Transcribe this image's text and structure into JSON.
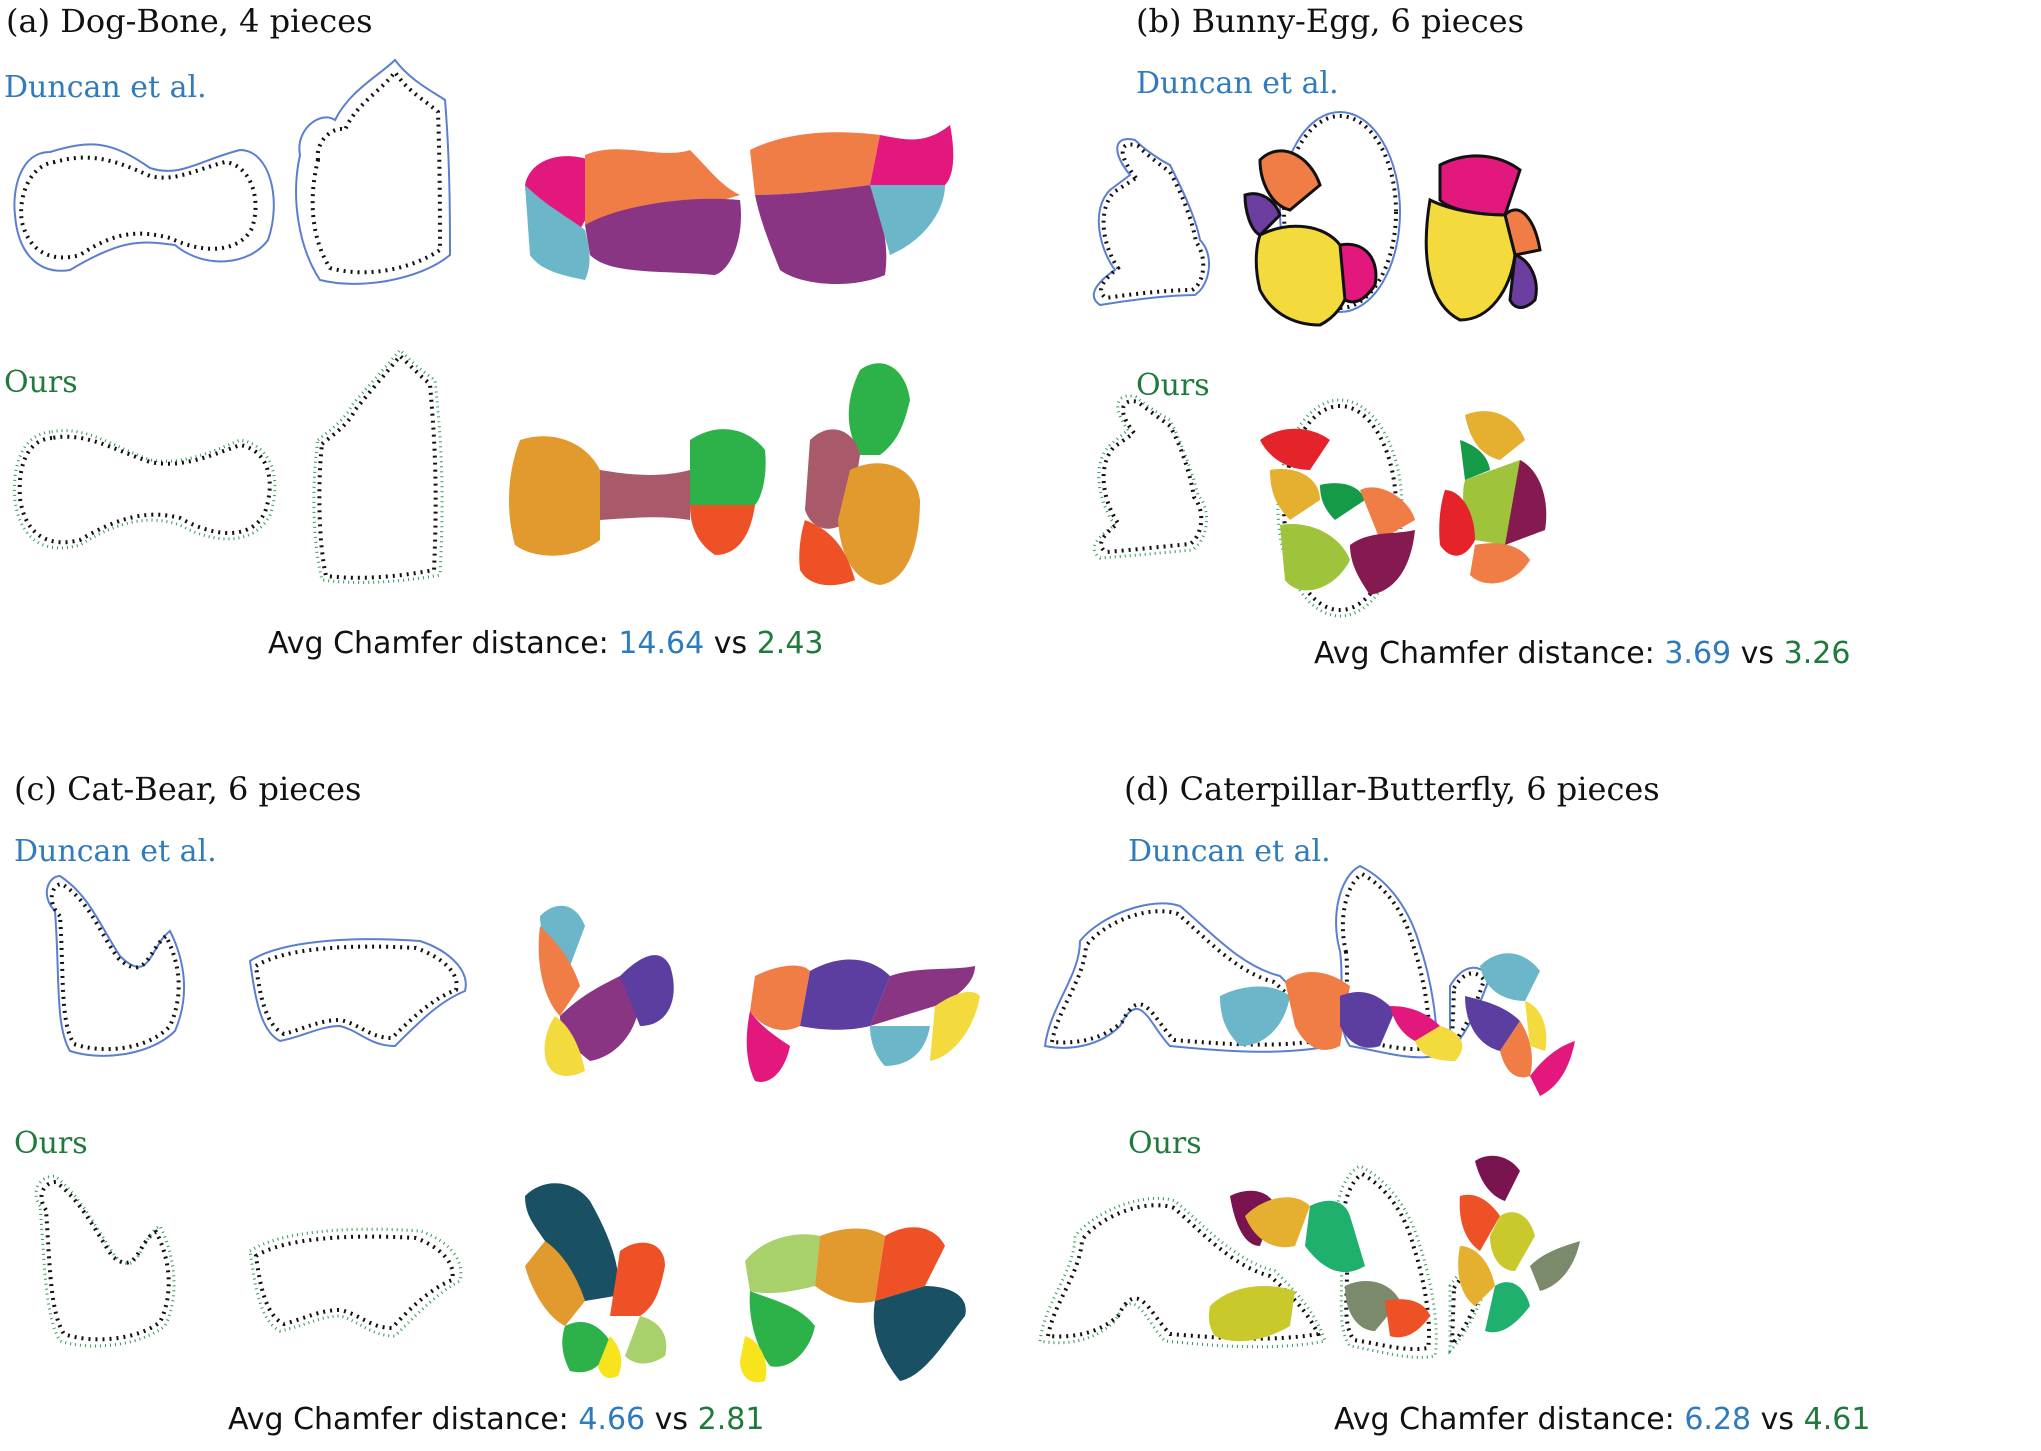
{
  "colors": {
    "duncan": "#2f7bbd",
    "ours": "#1f7a3c",
    "outline": "#111111",
    "duncan_stroke": "#5b7fcf",
    "ours_stroke": "#2f9a55"
  },
  "panels": [
    {
      "title": "(a) Dog-Bone, 4 pieces",
      "duncan_label": "Duncan et al.",
      "ours_label": "Ours",
      "caption_prefix": "Avg Chamfer distance:",
      "duncan_value": "14.64",
      "vs": "vs",
      "ours_value": "2.43"
    },
    {
      "title": "(b) Bunny-Egg, 6 pieces",
      "duncan_label": "Duncan et al.",
      "ours_label": "Ours",
      "caption_prefix": "Avg Chamfer distance:",
      "duncan_value": "3.69",
      "vs": "vs",
      "ours_value": "3.26"
    },
    {
      "title": "(c) Cat-Bear, 6 pieces",
      "duncan_label": "Duncan et al.",
      "ours_label": "Ours",
      "caption_prefix": "Avg Chamfer distance:",
      "duncan_value": "4.66",
      "vs": "vs",
      "ours_value": "2.81"
    },
    {
      "title": "(d) Caterpillar-Butterfly, 6 pieces",
      "duncan_label": "Duncan et al.",
      "ours_label": "Ours",
      "caption_prefix": "Avg Chamfer distance:",
      "duncan_value": "6.28",
      "vs": "vs",
      "ours_value": "4.61"
    }
  ]
}
